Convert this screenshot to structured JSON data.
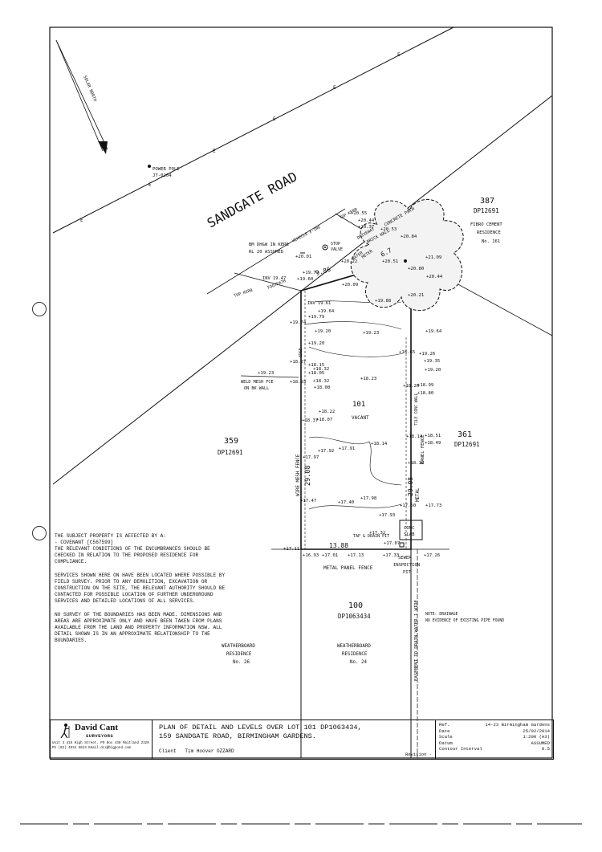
{
  "road": {
    "name": "SANDGATE ROAD",
    "power_pole": "POWER POLE",
    "pole_id": "JT-0204",
    "solar_north": "SOLAR NORTH"
  },
  "lots": {
    "subject_number": "101",
    "subject_status": "VACANT",
    "left_number": "359",
    "left_dp": "DP12691",
    "right_number": "361",
    "right_dp": "DP12691",
    "rear_number": "100",
    "rear_dp": "DP1063434",
    "top_right_number": "387",
    "top_right_dp": "DP12691"
  },
  "residences": {
    "top_right_line1": "FIBRO CEMENT",
    "top_right_line2": "RESIDENCE",
    "top_right_number": "No. 161",
    "left_line1": "WEATHERBOARD",
    "left_line2": "RESIDENCE",
    "left_number": "No. 26",
    "mid_line1": "WEATHERBOARD",
    "mid_line2": "RESIDENCE",
    "mid_number": "No. 24"
  },
  "dimensions": {
    "front": "9.86",
    "left_side": "29.08",
    "right_side": "29.08",
    "rear": "13.88",
    "tree_offset": "6.7"
  },
  "labels": {
    "bm": "BM DH&W IN KERB",
    "rl": "RL 20 ASSUMED",
    "top_kerb_left": "TOP KERB",
    "top_kerb_right": "TOP KERB",
    "footpath": "FOOTPATH",
    "vehicle_xing": "VEHICLE X-ING",
    "driveway": "DRIVEWAY",
    "concrete_path": "CONCRETE PATH",
    "stop_valve": "STOP",
    "stop_valve2": "VALVE",
    "water_meter": "WATER",
    "water_meter2": "METER",
    "brick_wall": "BRICK WALL",
    "inv_left": "INV 19.47",
    "inv_mid": "INV 19.61",
    "edge": "EDGE",
    "weld_mesh_1": "WELD MESH FCE",
    "weld_mesh_2": "ON BK WALL",
    "wire_mesh_fence": "WIRE MESH FENCE",
    "tile_conc_wall": "TILE CONC WALL",
    "panel_fence": "PANEL FENCE",
    "metal": "METAL",
    "metal_panel_fence": "METAL PANEL FENCE",
    "conc": "CONC",
    "slab": "SLAB",
    "tap_drain": "TAP & DRAIN PIT",
    "sewer_1": "SEWER",
    "sewer_2": "INSPECTION",
    "sewer_3": "PIT",
    "easement": "EASEMENT TO DRAIN WATER 1 WIDE",
    "drainage_1": "NOTE: DRAINAGE",
    "drainage_2": "NO EVIDENCE OF EXISTING PIPE FOUND"
  },
  "levels": [
    {
      "v": "20.55"
    },
    {
      "v": "20.44"
    },
    {
      "v": "20.37"
    },
    {
      "v": "20.53"
    },
    {
      "v": "20.84"
    },
    {
      "v": "21.09"
    },
    {
      "v": "20.01"
    },
    {
      "v": "20.22"
    },
    {
      "v": "20.51"
    },
    {
      "v": "20.80"
    },
    {
      "v": "20.44"
    },
    {
      "v": "19.77"
    },
    {
      "v": "19.60"
    },
    {
      "v": "20.09"
    },
    {
      "v": "20.21"
    },
    {
      "v": "19.88"
    },
    {
      "v": "19.64"
    },
    {
      "v": "19.79"
    },
    {
      "v": "19.74"
    },
    {
      "v": "19.20"
    },
    {
      "v": "19.23"
    },
    {
      "v": "19.64"
    },
    {
      "v": "19.20"
    },
    {
      "v": "18.65"
    },
    {
      "v": "19.26"
    },
    {
      "v": "19.35"
    },
    {
      "v": "18.27"
    },
    {
      "v": "18.15"
    },
    {
      "v": "18.32"
    },
    {
      "v": "19.20"
    },
    {
      "v": "19.23"
    },
    {
      "v": "18.05"
    },
    {
      "v": "18.23"
    },
    {
      "v": "18.26"
    },
    {
      "v": "18.99"
    },
    {
      "v": "18.93"
    },
    {
      "v": "18.32"
    },
    {
      "v": "18.80"
    },
    {
      "v": "18.08"
    },
    {
      "v": "18.22"
    },
    {
      "v": "18.37"
    },
    {
      "v": "18.07"
    },
    {
      "v": "18.14"
    },
    {
      "v": "18.51"
    },
    {
      "v": "18.49"
    },
    {
      "v": "17.97"
    },
    {
      "v": "17.92"
    },
    {
      "v": "17.91"
    },
    {
      "v": "18.14"
    },
    {
      "v": "18.10"
    },
    {
      "v": "17.98"
    },
    {
      "v": "17.47"
    },
    {
      "v": "17.40"
    },
    {
      "v": "17.50"
    },
    {
      "v": "17.73"
    },
    {
      "v": "17.93"
    },
    {
      "v": "17.32"
    },
    {
      "v": "17.07"
    },
    {
      "v": "17.11"
    },
    {
      "v": "16.93"
    },
    {
      "v": "17.01"
    },
    {
      "v": "17.13"
    },
    {
      "v": "17.33"
    },
    {
      "v": "17.26"
    }
  ],
  "notes": {
    "p1": "THE SUBJECT PROPERTY IS AFFECTED BY A:",
    "p1b": "- COVENANT [C567599]",
    "p1c": "THE RELEVANT CONDITIONS OF THE ENCUMBRANCES SHOULD BE CHECKED IN RELATION TO THE PROPOSED RESIDENCE FOR COMPLIANCE.",
    "p2": "SERVICES SHOWN HERE ON HAVE BEEN LOCATED WHERE POSSIBLE BY FIELD SURVEY. PRIOR TO ANY DEMOLITION, EXCAVATION OR CONSTRUCTION ON THE SITE, THE RELEVANT AUTHORITY SHOULD BE CONTACTED FOR POSSIBLE LOCATION OF FURTHER UNDERGROUND SERVICES AND DETAILED LOCATIONS OF ALL SERVICES.",
    "p3": "NO SURVEY OF THE BOUNDARIES HAS BEEN MADE. DIMENSIONS AND AREAS ARE APPROXIMATE ONLY AND HAVE BEEN TAKEN FROM PLANS AVAILABLE FROM THE LAND AND PROPERTY INFORMATION NSW. ALL DETAIL SHOWN IS IN AN APPROXIMATE RELATIONSHIP TO THE BOUNDARIES."
  },
  "title_block": {
    "firm": "David Cant",
    "firm_sub": "SURVEYORS",
    "address": "Unit 3 419 High Street, PO Box 438 Maitland 2320",
    "phone": "Ph (02) 4934 5013 Email:dcs@bigpond.com",
    "title_line1": "PLAN OF DETAIL AND LEVELS OVER LOT 101 DP1063434,",
    "title_line2": "159 SANDGATE ROAD, BIRMINGHAM GARDENS.",
    "client_label": "Client",
    "client": "Tim Hoover OZZARD",
    "revision": "Revision -",
    "meta": [
      {
        "k": "Ref.",
        "v": "14-23 Birmingham Gardens"
      },
      {
        "k": "Date",
        "v": "25/02/2014"
      },
      {
        "k": "Scale",
        "v": "1:200 (A3)"
      },
      {
        "k": "Datum",
        "v": "ASSUMED"
      },
      {
        "k": "Contour Interval",
        "v": "0.5"
      }
    ]
  }
}
